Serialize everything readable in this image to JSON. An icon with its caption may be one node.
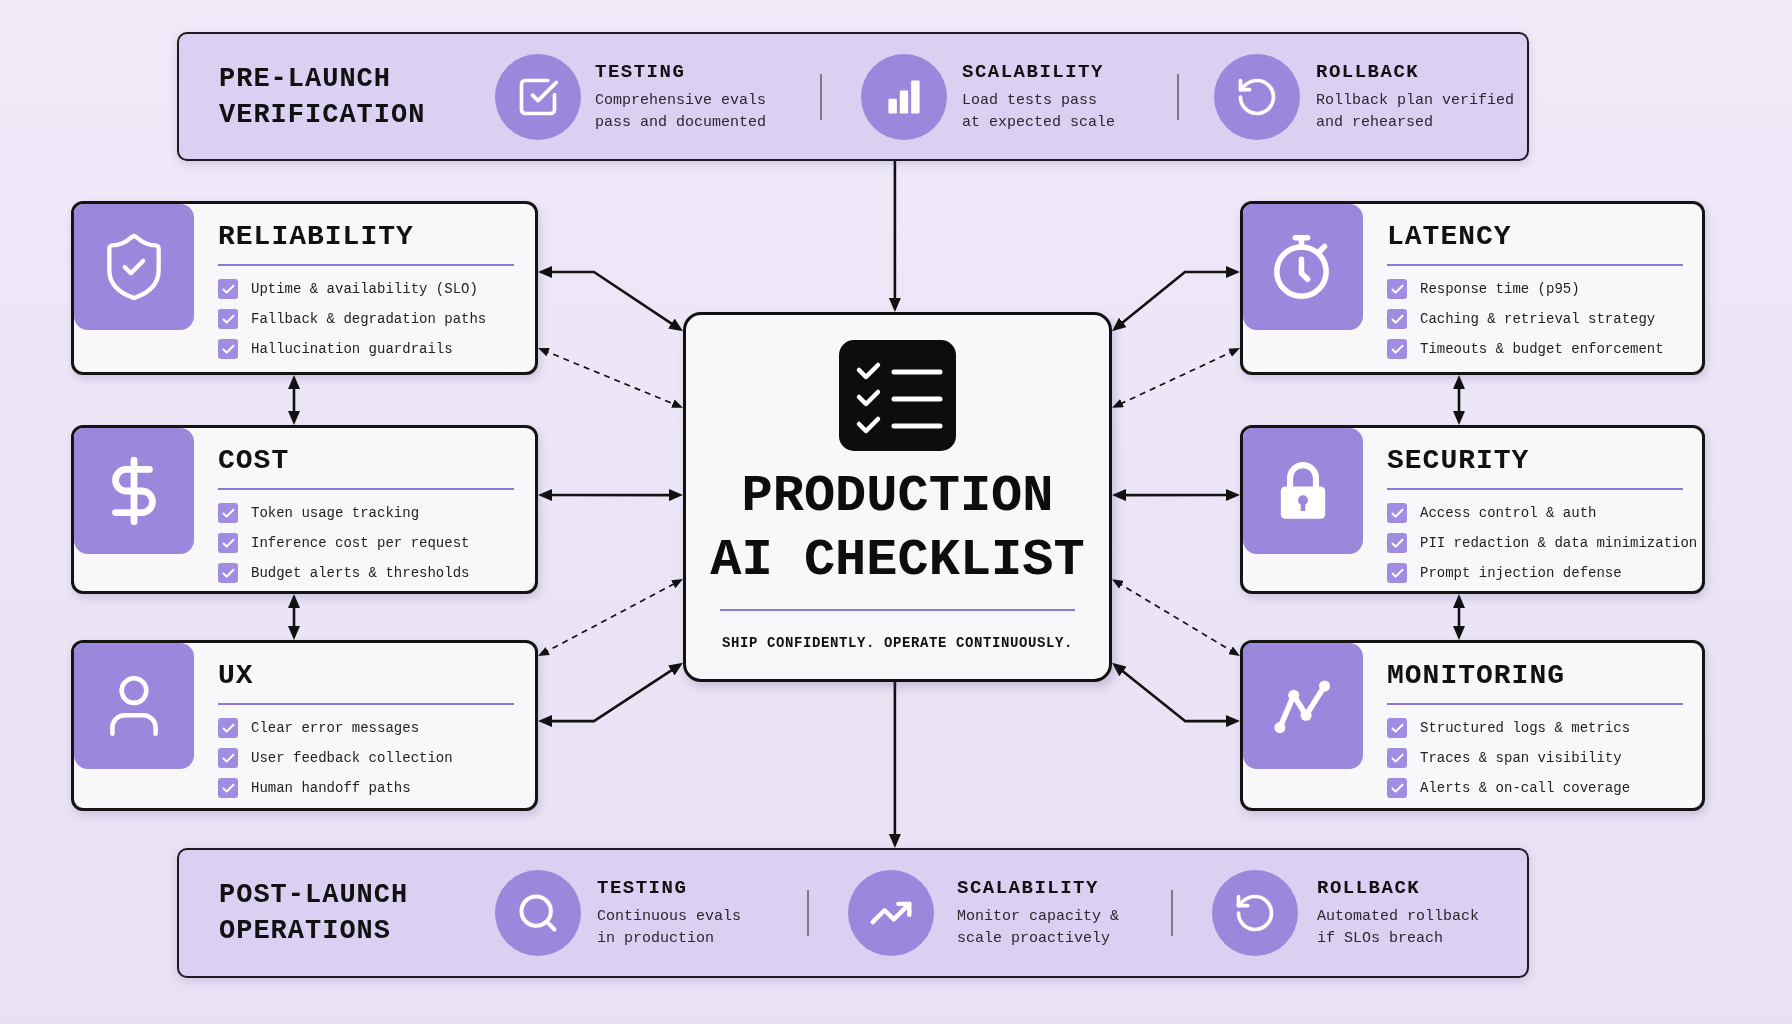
{
  "diagram": {
    "nodes": [
      {
        "text": [
          "PRE-LAUNCH VERIFICATION",
          "TESTING",
          "Comprehensive evals pass and documented",
          "SCALABILITY",
          "Load tests pass at expected scale",
          "ROLLBACK",
          "Rollback plan verified and rehearsed"
        ]
      },
      {
        "text": [
          "PRODUCTION AI CHECKLIST",
          "SHIP CONFIDENTLY. OPERATE CONTINUOUSLY."
        ]
      },
      {
        "text": [
          "RELIABILITY",
          "Uptime & availability (SLO)",
          "Fallback & degradation paths",
          "Hallucination guardrails"
        ]
      },
      {
        "text": [
          "COST",
          "Token usage tracking",
          "Inference cost per request",
          "Budget alerts & thresholds"
        ]
      },
      {
        "text": [
          "UX",
          "Clear error messages",
          "User feedback collection",
          "Human handoff paths"
        ]
      },
      {
        "text": [
          "LATENCY",
          "Response time (p95)",
          "Caching & retrieval strategy",
          "Timeouts & budget enforcement"
        ]
      },
      {
        "text": [
          "SECURITY",
          "Access control & auth",
          "PII redaction & data minimization",
          "Prompt injection defense"
        ]
      },
      {
        "text": [
          "MONITORING",
          "Structured logs & metrics",
          "Traces & span visibility",
          "Alerts & on-call coverage"
        ]
      },
      {
        "text": [
          "POST-LAUNCH OPERATIONS",
          "TESTING",
          "Continuous evals in production",
          "SCALABILITY",
          "Monitor capacity & scale proactively",
          "ROLLBACK",
          "Automated rollback if SLOs breach"
        ]
      }
    ],
    "edges": [
      {
        "from": 0,
        "to": 1,
        "arrow": "to"
      },
      {
        "from": 2,
        "to": 1,
        "arrow": "both"
      },
      {
        "from": 2,
        "to": 1,
        "arrow": "both",
        "style": "dashed"
      },
      {
        "from": 3,
        "to": 1,
        "arrow": "both"
      },
      {
        "from": 4,
        "to": 1,
        "arrow": "both",
        "style": "dashed"
      },
      {
        "from": 4,
        "to": 1,
        "arrow": "both"
      },
      {
        "from": 5,
        "to": 1,
        "arrow": "both"
      },
      {
        "from": 5,
        "to": 1,
        "arrow": "both",
        "style": "dashed"
      },
      {
        "from": 6,
        "to": 1,
        "arrow": "both"
      },
      {
        "from": 7,
        "to": 1,
        "arrow": "both",
        "style": "dashed"
      },
      {
        "from": 7,
        "to": 1,
        "arrow": "both"
      },
      {
        "from": 2,
        "to": 3,
        "arrow": "both"
      },
      {
        "from": 3,
        "to": 4,
        "arrow": "both"
      },
      {
        "from": 5,
        "to": 6,
        "arrow": "both"
      },
      {
        "from": 6,
        "to": 7,
        "arrow": "both"
      },
      {
        "from": 1,
        "to": 8,
        "arrow": "to"
      }
    ]
  }
}
